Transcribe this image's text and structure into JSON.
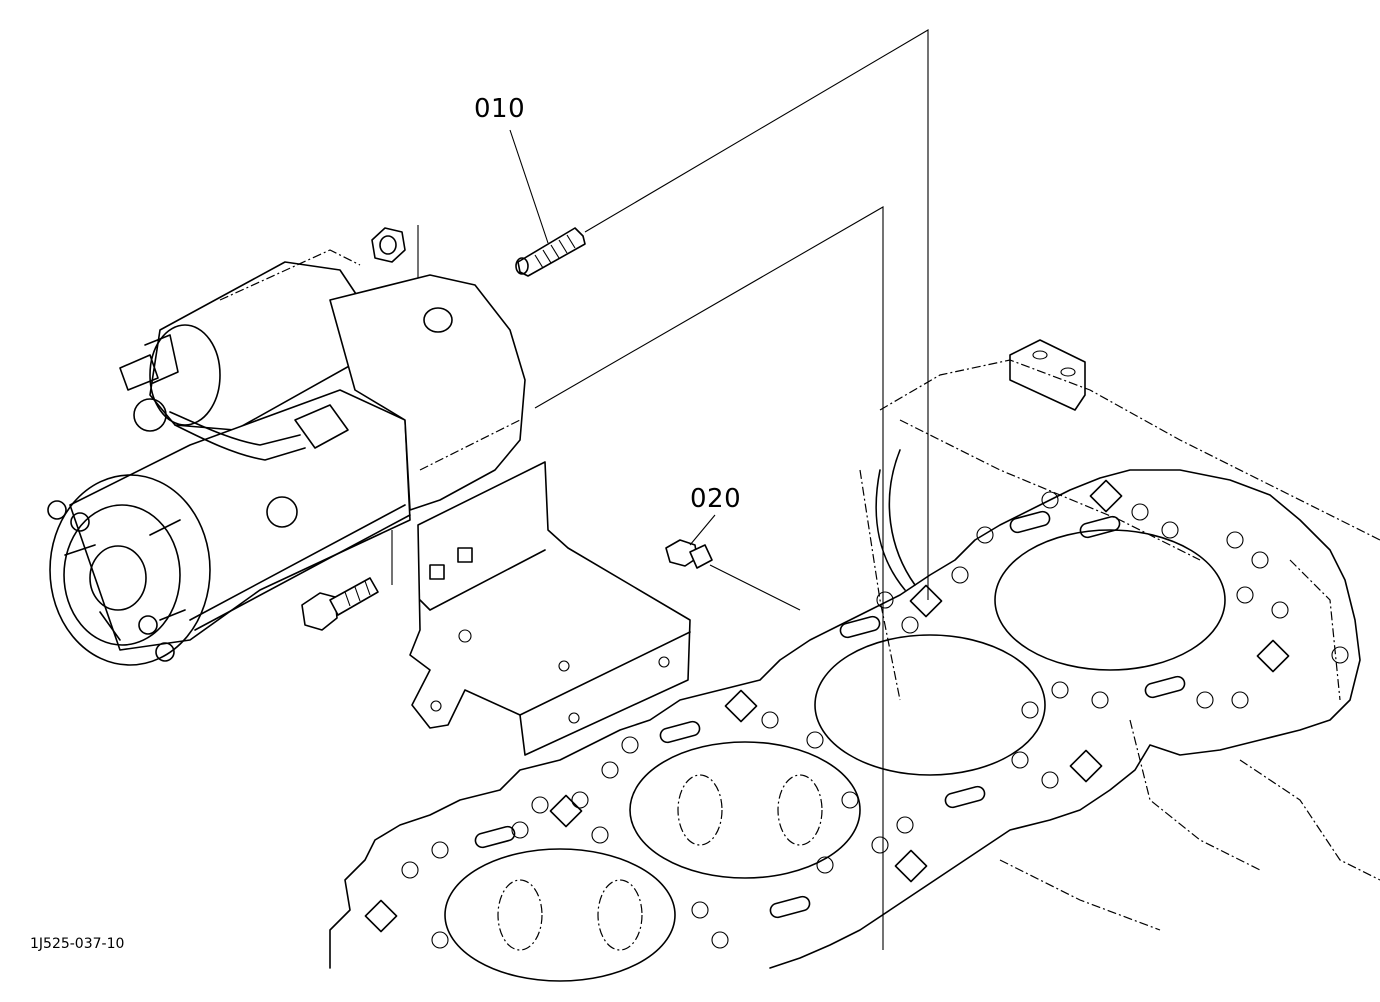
{
  "callouts": {
    "part_010": "010",
    "part_020": "020"
  },
  "figure_code": "1J525-037-10",
  "colors": {
    "line": "#000000",
    "background": "#ffffff"
  }
}
